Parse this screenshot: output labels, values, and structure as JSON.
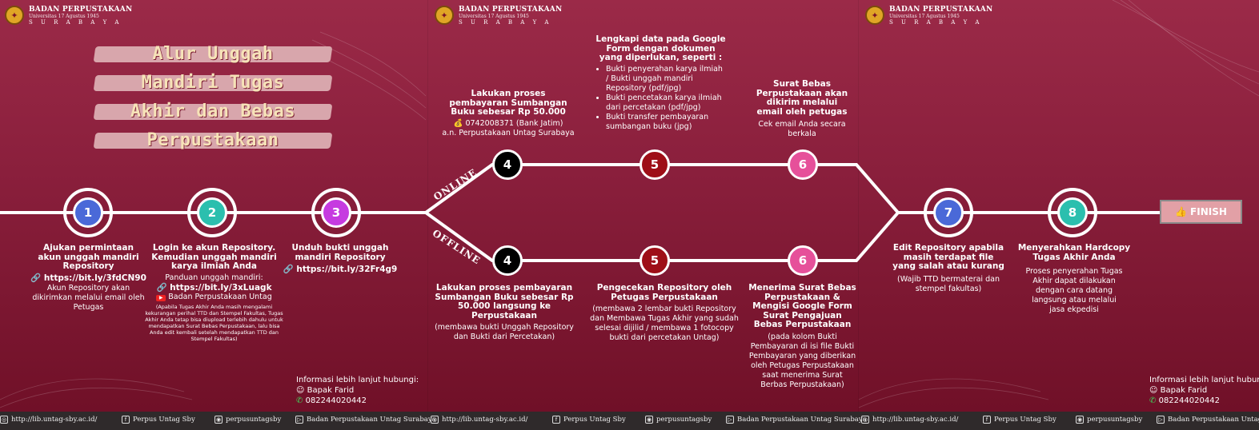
{
  "brand": {
    "name": "BADAN PERPUSTAKAAN",
    "university": "Universitas 17 Agustus 1945",
    "city": "S U R A B A Y A"
  },
  "title": [
    "Alur Unggah",
    "Mandiri Tugas",
    "Akhir dan Bebas",
    "Perpustakaan"
  ],
  "colors": {
    "bg": "#8a1f3c",
    "n1": "#4a69d8",
    "n2": "#2bbfae",
    "n3": "#c63be0",
    "n4": "#000000",
    "n5": "#9e0e17",
    "n6": "#e6509a",
    "n7": "#4a69d8",
    "n8": "#2bbfae"
  },
  "labels": {
    "online": "ONLINE",
    "offline": "OFFLINE",
    "finish": "FINISH"
  },
  "steps": {
    "s1": {
      "num": "1",
      "title": "Ajukan permintaan akun unggah mandiri Repository",
      "link": "https://bit.ly/3fdCN90",
      "note": "Akun Repository akan dikirimkan melalui email oleh Petugas"
    },
    "s2": {
      "num": "2",
      "title": "Login ke akun Repository. Kemudian unggah mandiri karya ilmiah Anda",
      "guide": "Panduan unggah mandiri:",
      "link": "https://bit.ly/3xLuagk",
      "youtube": "Badan Perpustakaan Untag",
      "small": "(Apabila Tugas Akhir Anda masih mengalami kekurangan perihal TTD dan Stempel Fakultas, Tugas Akhir Anda tetap bisa diupload terlebih dahulu untuk mendapatkan Surat Bebas Perpustakaan, lalu bisa Anda edit kembali setelah mendapatkan TTD dan Stempel Fakultas)"
    },
    "s3": {
      "num": "3",
      "title": "Unduh bukti unggah mandiri Repository",
      "link": "https://bit.ly/32Fr4g9"
    },
    "s4on": {
      "num": "4",
      "title": "Lakukan proses pembayaran Sumbangan Buku sebesar Rp 50.000",
      "account": "0742008371 (Bank Jatim)",
      "owner": "a.n. Perpustakaan Untag Surabaya"
    },
    "s5on": {
      "num": "5",
      "title": "Lengkapi data pada Google Form dengan dokumen yang diperlukan, seperti :",
      "items": [
        "Bukti penyerahan karya ilmiah / Bukti unggah mandiri Repository (pdf/jpg)",
        "Bukti pencetakan karya ilmiah dari percetakan (pdf/jpg)",
        "Bukti transfer pembayaran sumbangan buku (jpg)"
      ]
    },
    "s6on": {
      "num": "6",
      "title": "Surat Bebas Perpustakaan akan dikirim melalui email oleh petugas",
      "note": "Cek email Anda secara berkala"
    },
    "s4off": {
      "num": "4",
      "title": "Lakukan proses pembayaran Sumbangan Buku sebesar Rp 50.000 langsung ke Perpustakaan",
      "note": "(membawa bukti Unggah Repository dan Bukti dari Percetakan)"
    },
    "s5off": {
      "num": "5",
      "title": "Pengecekan Repository oleh Petugas Perpustakaan",
      "note": "(membawa 2 lembar bukti Repository dan Membawa Tugas Akhir yang sudah selesai dijilid / membawa 1 fotocopy bukti dari percetakan Untag)"
    },
    "s6off": {
      "num": "6",
      "title": "Menerima Surat Bebas Perpustakaan & Mengisi Google Form Surat Pengajuan Bebas Perpustakaan",
      "note": "(pada kolom Bukti Pembayaran di isi file Bukti Pembayaran yang diberikan oleh Petugas Perpustakaan saat menerima Surat Berbas Perpustakaan)"
    },
    "s7": {
      "num": "7",
      "title": "Edit Repository apabila masih terdapat file yang salah atau kurang",
      "note": "(Wajib TTD bermaterai dan stempel fakultas)"
    },
    "s8": {
      "num": "8",
      "title": "Menyerahkan Hardcopy Tugas Akhir Anda",
      "note": "Proses penyerahan Tugas Akhir dapat dilakukan dengan cara datang langsung atau melalui jasa ekpedisi"
    }
  },
  "contact": {
    "heading": "Informasi lebih lanjut hubungi:",
    "heading_cut": "Informasi lebih lanjut hubun",
    "name": "Bapak Farid",
    "phone": "082244020442"
  },
  "footer": {
    "web": "http://lib.untag-sby.ac.id/",
    "facebook": "Perpus Untag Sby",
    "instagram": "perpusuntagsby",
    "youtube": "Badan Perpustakaan Untag Surabaya",
    "youtube_cut": "Badan Perpustakaan Untag"
  }
}
